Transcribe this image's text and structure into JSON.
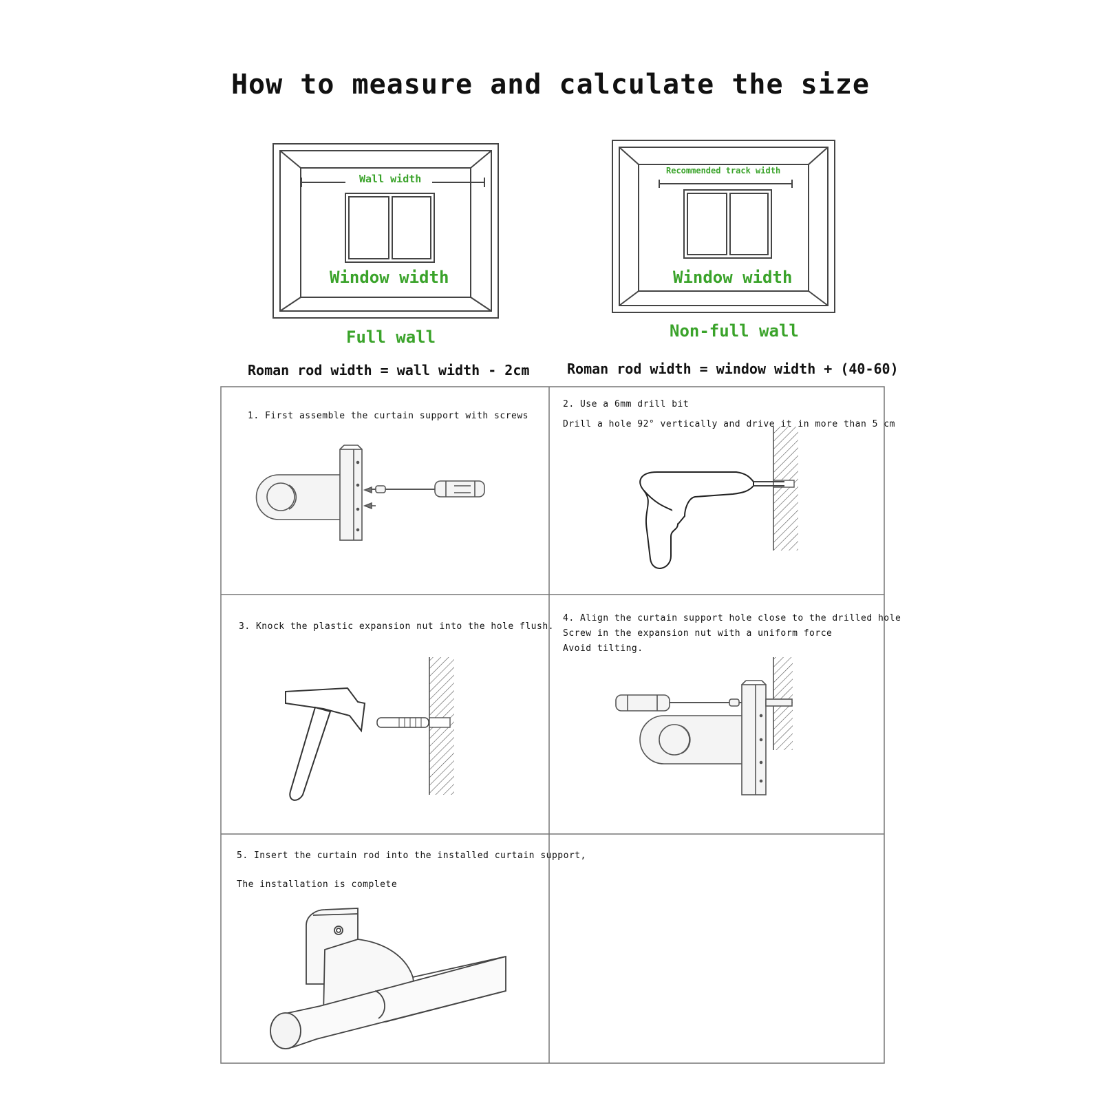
{
  "title": "How to measure and calculate the size",
  "measure": {
    "full_wall": {
      "wall_label": "Wall width",
      "window_label": "Window width",
      "caption": "Full wall",
      "formula": "Roman rod width = wall width - 2cm"
    },
    "non_full_wall": {
      "track_label": "Recommended track width",
      "window_label": "Window width",
      "caption": "Non-full wall",
      "formula": "Roman rod width = window width + (40-60)"
    }
  },
  "steps": [
    {
      "lines": [
        "1. First assemble the curtain support with screws"
      ]
    },
    {
      "lines": [
        "2. Use a 6mm drill bit",
        "Drill a hole 92°  vertically and drive it in more than 5 cm"
      ]
    },
    {
      "lines": [
        "3. Knock the plastic expansion nut into the hole flush."
      ]
    },
    {
      "lines": [
        "4. Align the curtain support hole close to the drilled hole",
        "Screw in the expansion nut with a uniform force",
        "Avoid tilting."
      ]
    },
    {
      "lines": [
        "5. Insert the curtain rod into the installed curtain support,",
        "The installation is complete"
      ]
    }
  ],
  "colors": {
    "label_green": "#3aa32a",
    "line": "#555555",
    "fill": "#f4f4f4"
  }
}
